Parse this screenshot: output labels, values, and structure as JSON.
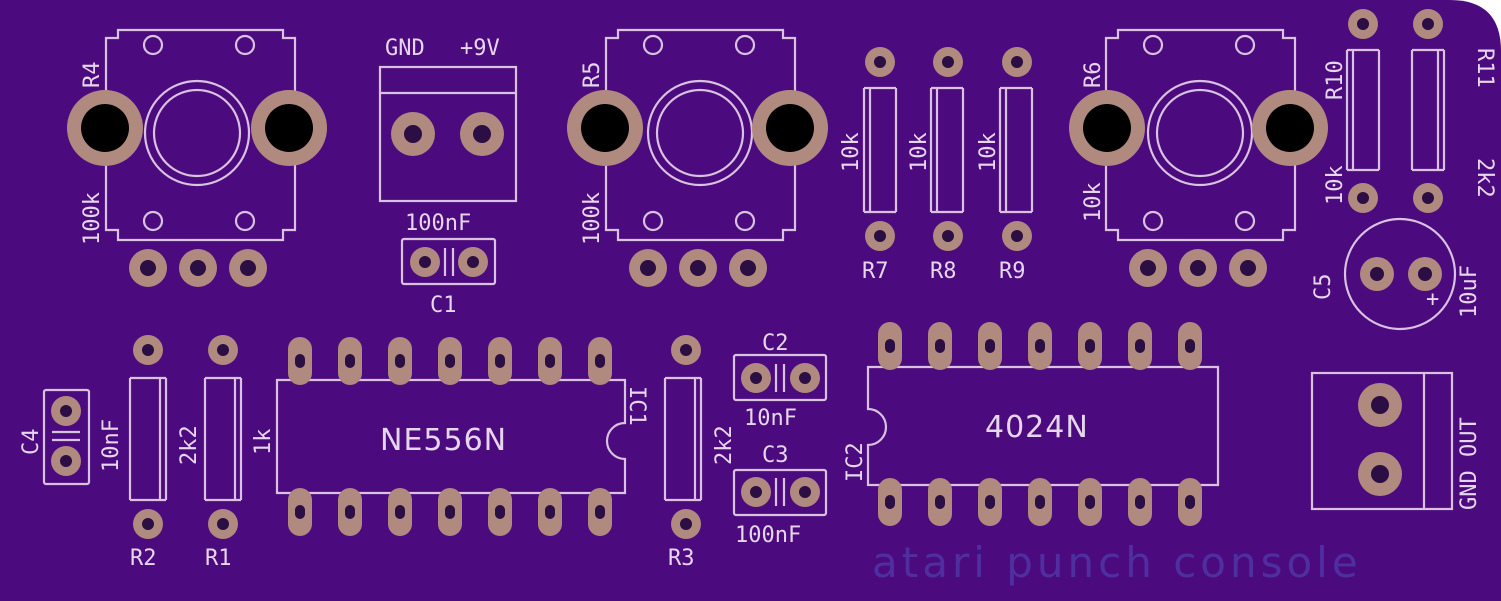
{
  "board": {
    "brand_text": "atari punch console",
    "colors": {
      "board": "#4b0a7e",
      "silkscreen": "#d8c2e0",
      "copper_pad": "#b08a7e",
      "brand_text": "#4f2fa0"
    },
    "labels": {
      "r4": "R4",
      "r4_val": "100k",
      "r5": "R5",
      "r5_val": "100k",
      "r6": "R6",
      "r6_val": "10k",
      "pwr_gnd": "GND",
      "pwr_9v": "+9V",
      "c1": "C1",
      "c1_val": "100nF",
      "r7": "R7",
      "r7_val": "10k",
      "r8": "R8",
      "r8_val": "10k",
      "r9": "R9",
      "r9_val": "10k",
      "r10": "R10",
      "r10_val": "10k",
      "r11": "R11",
      "r11_val": "2k2",
      "c5": "C5",
      "c5_val": "10uF",
      "c5_plus": "+",
      "c4": "C4",
      "c4_val": "10nF",
      "r2": "R2",
      "r2_val": "2k2",
      "r1": "R1",
      "r1_val": "1k",
      "ic1": "IC1",
      "ic1_val": "NE556N",
      "r3": "R3",
      "r3_val": "2k2",
      "c2": "C2",
      "c2_val": "10nF",
      "c3": "C3",
      "c3_val": "100nF",
      "ic2": "IC2",
      "ic2_val": "4024N",
      "out": "GND OUT"
    }
  }
}
